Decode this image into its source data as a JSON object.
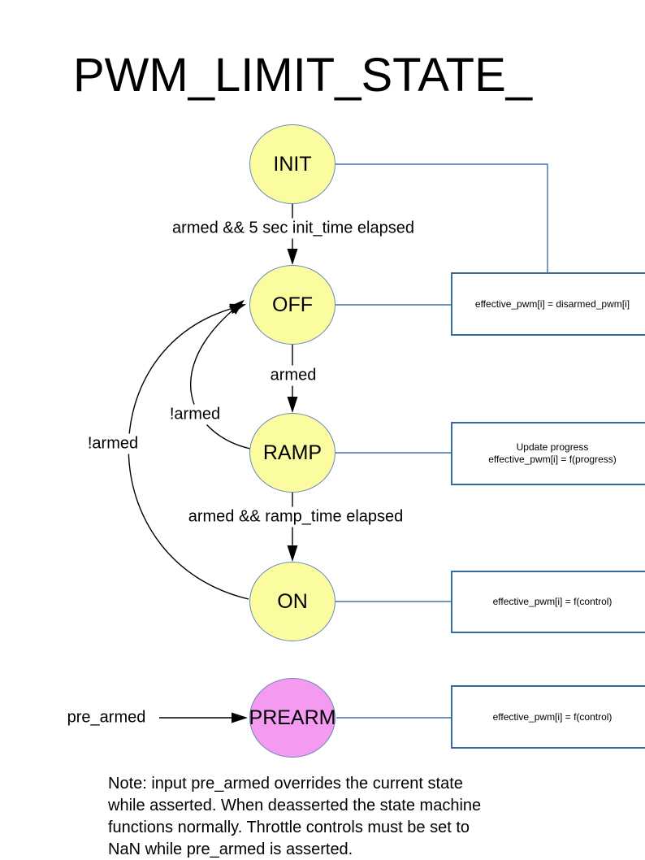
{
  "title": "PWM_LIMIT_STATE_",
  "states": {
    "init": "INIT",
    "off": "OFF",
    "ramp": "RAMP",
    "on": "ON",
    "prearm": "PREARM"
  },
  "transitions": {
    "init_to_off": "armed && 5 sec init_time elapsed",
    "off_to_ramp": "armed",
    "ramp_to_on": "armed && ramp_time elapsed",
    "ramp_to_off": "!armed",
    "on_to_off": "!armed",
    "prearm_input": "pre_armed"
  },
  "actions": {
    "off": "effective_pwm[i] = disarmed_pwm[i]",
    "ramp_line1": "Update progress",
    "ramp_line2": "effective_pwm[i] = f(progress)",
    "on": "effective_pwm[i] = f(control)",
    "prearm": "effective_pwm[i] = f(control)"
  },
  "note": {
    "lines": [
      "Note: input pre_armed overrides the current state",
      "while asserted. When deasserted the state machine",
      "functions normally. Throttle controls must be set to",
      "NaN while pre_armed is asserted."
    ]
  },
  "colors": {
    "state-fill-yellow": "#FBFB9F",
    "state-fill-pink": "#F49AF0",
    "state-border": "#6688BB",
    "action-box-border": "#366BA2",
    "connector-blue": "#4472A8",
    "edge-black": "#000000"
  }
}
